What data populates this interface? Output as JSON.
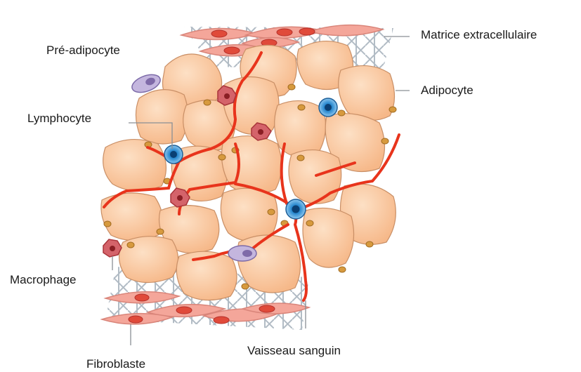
{
  "labels": {
    "matrice": "Matrice extracellulaire",
    "preadipocyte": "Pré-adipocyte",
    "adipocyte": "Adipocyte",
    "lymphocyte": "Lymphocyte",
    "macrophage": "Macrophage",
    "fibroblaste": "Fibroblaste",
    "vaisseau": "Vaisseau sanguin"
  },
  "colors": {
    "adipocyte_fill": "#f9c49a",
    "adipocyte_stroke": "#c98f66",
    "nucleus": "#d79a3e",
    "vessel": "#e8341c",
    "matrix": "#a9b4bf",
    "fibroblast_fill": "#f4a69a",
    "fibroblast_nucleus": "#e04a3a",
    "lymphocyte": "#2b8ad0",
    "macrophage": "#c9454a",
    "preadipocyte": "#b9a8d8"
  }
}
